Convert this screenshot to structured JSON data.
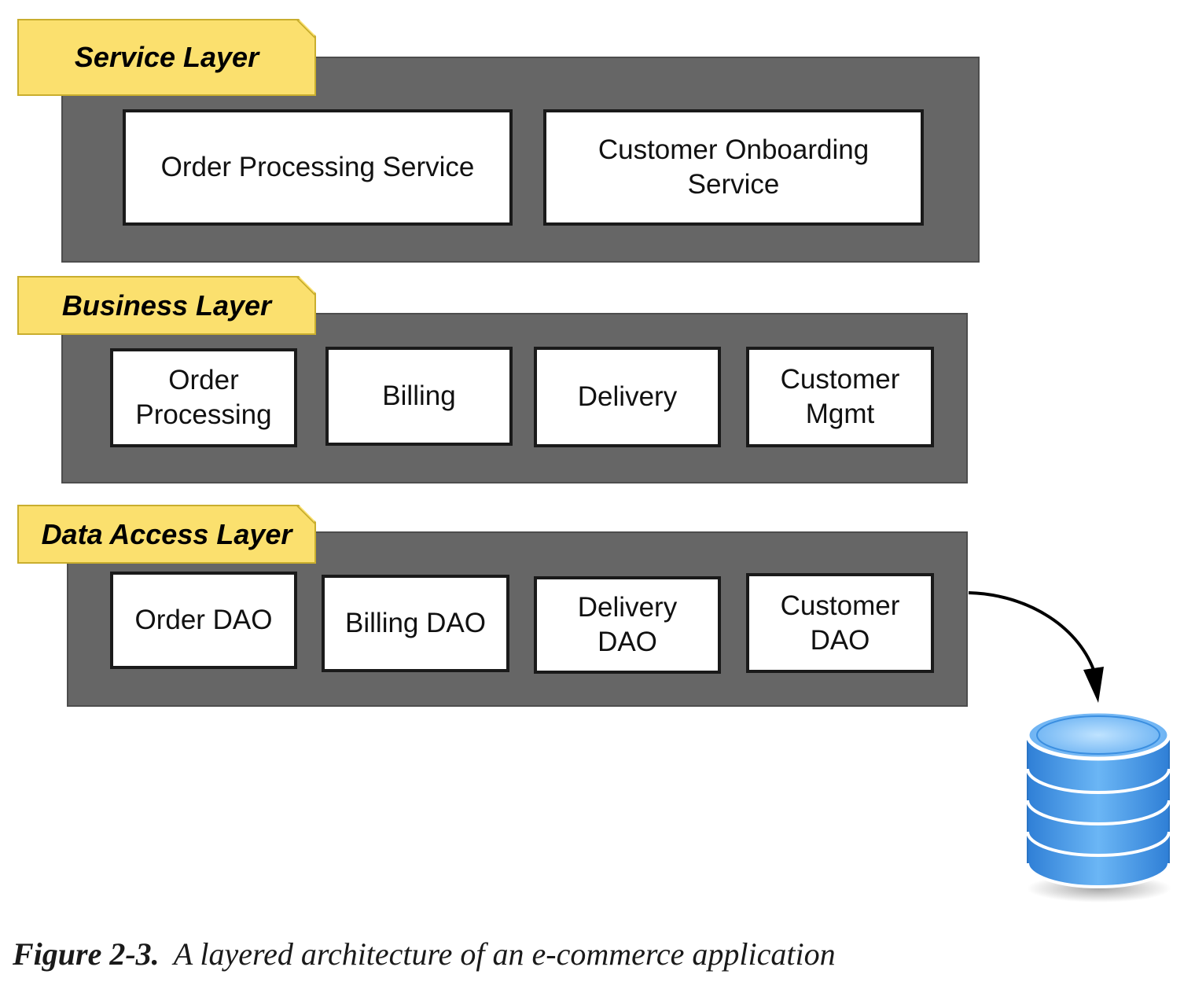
{
  "layers": [
    {
      "name": "Service Layer",
      "components": [
        "Order Processing Service",
        "Customer Onboarding Service"
      ]
    },
    {
      "name": "Business Layer",
      "components": [
        "Order Processing",
        "Billing",
        "Delivery",
        "Customer Mgmt"
      ]
    },
    {
      "name": "Data Access Layer",
      "components": [
        "Order DAO",
        "Billing DAO",
        "Delivery DAO",
        "Customer DAO"
      ]
    }
  ],
  "database": {
    "icon": "database-icon",
    "color": "#4a9be8"
  },
  "caption": {
    "number": "Figure 2-3.",
    "text": "A layered architecture of an e-commerce application"
  },
  "colors": {
    "panel": "#666666",
    "tag": "#fbe06e",
    "box": "#ffffff"
  }
}
